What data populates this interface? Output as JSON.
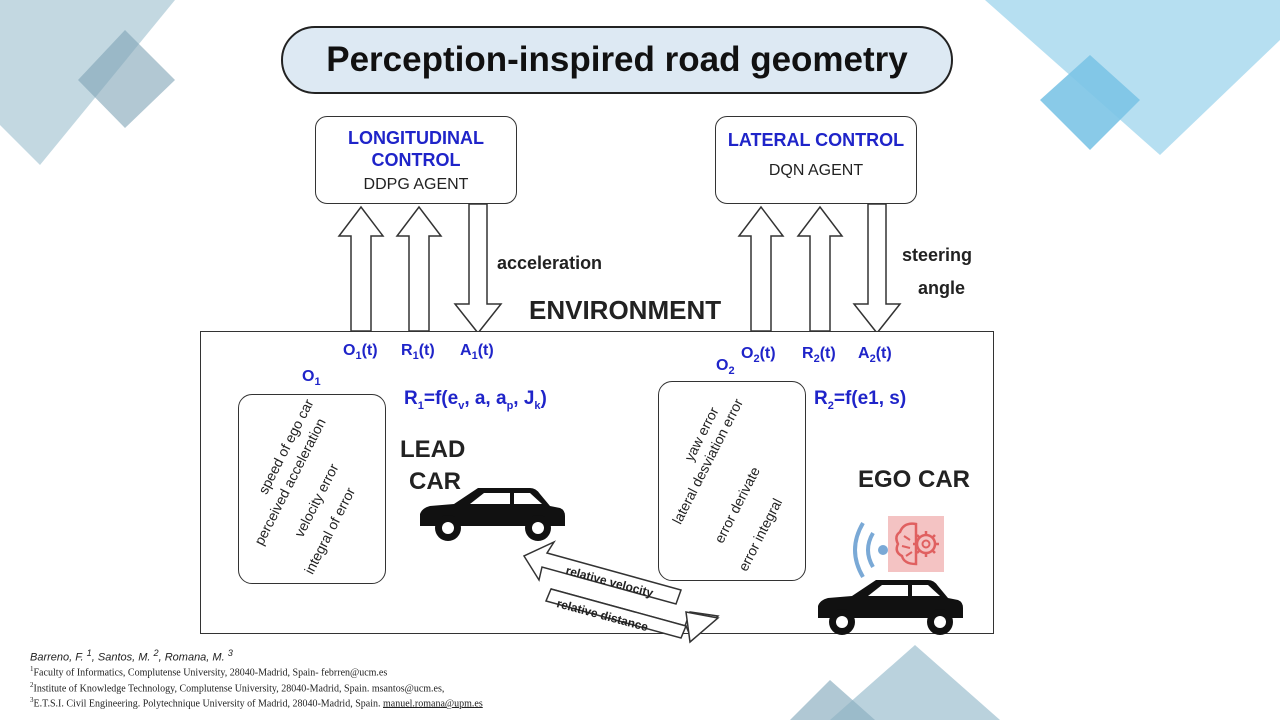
{
  "title": "Perception-inspired road geometry",
  "longitudinal": {
    "title_line1": "LONGITUDINAL",
    "title_line2": "CONTROL",
    "agent": "DDPG AGENT",
    "action": "acceleration"
  },
  "lateral": {
    "title": "LATERAL CONTROL",
    "agent": "DQN AGENT",
    "action_line1": "steering",
    "action_line2": "angle"
  },
  "environment": "ENVIRONMENT",
  "signals_left": {
    "o": "O",
    "o_sub": "1",
    "r": "R",
    "r_sub": "1",
    "a": "A",
    "a_sub": "1",
    "t": "(t)"
  },
  "signals_right": {
    "o": "O",
    "o_sub": "2",
    "r": "R",
    "r_sub": "2",
    "a": "A",
    "a_sub": "2",
    "t": "(t)"
  },
  "o1_label": {
    "o": "O",
    "sub": "1"
  },
  "o2_label": {
    "o": "O",
    "sub": "2"
  },
  "reward1": {
    "r": "R",
    "r_sub": "1",
    "eq": "=f(e",
    "ev_sub": "v",
    "mid": ", a, a",
    "ap_sub": "p",
    "mid2": ", J",
    "jk_sub": "k",
    "end": ")"
  },
  "reward2": {
    "r": "R",
    "r_sub": "2",
    "eq": "=f(e1, s)"
  },
  "obs1_items": [
    "speed of ego car",
    "perceived acceleration",
    "velocity error",
    "integral of error"
  ],
  "obs2_items": [
    "yaw error",
    "lateral desviation error",
    "error derivate",
    "error integral"
  ],
  "lead_car": {
    "line1": "LEAD",
    "line2": "CAR"
  },
  "ego_car": "EGO CAR",
  "relative": {
    "velocity": "relative velocity",
    "distance": "relative distance"
  },
  "authors": {
    "a1": "Barreno, F. ",
    "s1": "1",
    "a2": ", Santos, M. ",
    "s2": "2",
    "a3": ", Romana, M. ",
    "s3": "3"
  },
  "affiliations": [
    {
      "sup": "1",
      "text": "Faculty of Informatics, Complutense University, 28040-Madrid, Spain- febrren@ucm.es"
    },
    {
      "sup": "2",
      "text": "Institute of Knowledge Technology, Complutense University, 28040-Madrid, Spain. msantos@ucm.es,"
    },
    {
      "sup": "3",
      "text": "E.T.S.I. Civil Engineering. Polytechnique University of Madrid, 28040-Madrid, Spain. ",
      "email": "manuel.romana@upm.es"
    }
  ],
  "colors": {
    "accent_blue": "#1f24c9",
    "title_fill": "#dde9f3",
    "deco_blue": "#7fc6ea",
    "deco_gray": "#8fb1c2",
    "brain_red": "#e06060"
  }
}
